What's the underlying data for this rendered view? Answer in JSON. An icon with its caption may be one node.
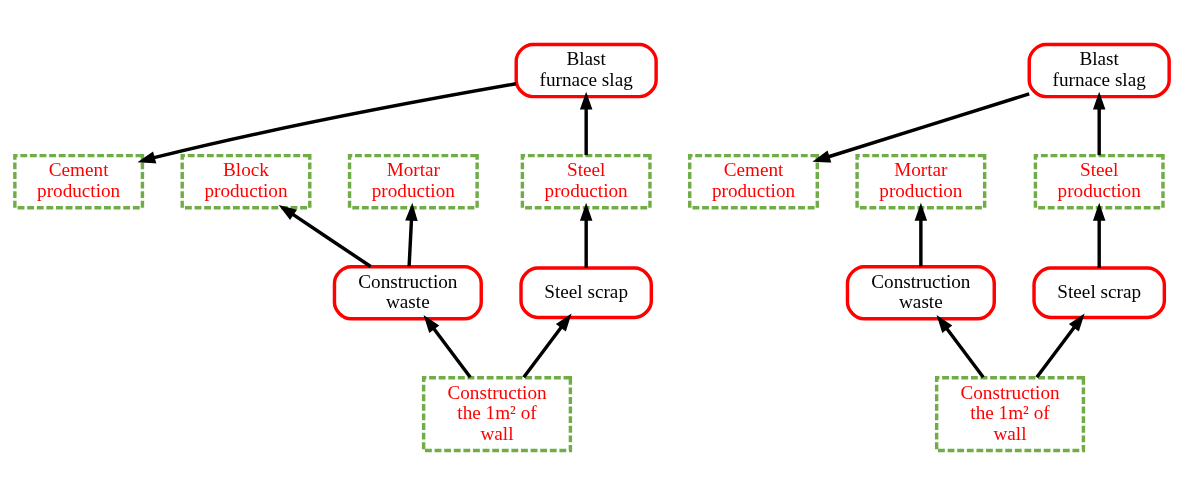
{
  "diagram": {
    "nodes": [
      {
        "text": [
          "Blast furnace slag"
        ]
      },
      {
        "text": [
          "Block production"
        ]
      },
      {
        "text": [
          "Mortar production"
        ]
      },
      {
        "text": [
          "Cement production"
        ]
      },
      {
        "text": [
          "Steel production"
        ]
      },
      {
        "text": [
          "Construction waste"
        ]
      },
      {
        "text": [
          "Steel scrap"
        ]
      },
      {
        "text": [
          "Construction the 1m² of wall"
        ]
      },
      {
        "text": [
          "Blast furnace slag"
        ]
      },
      {
        "text": [
          "Mortar production"
        ]
      },
      {
        "text": [
          "Cement production"
        ]
      },
      {
        "text": [
          "Steel production"
        ]
      },
      {
        "text": [
          "Construction waste"
        ]
      },
      {
        "text": [
          "Steel scrap"
        ]
      },
      {
        "text": [
          "Construction the 1m² of wall"
        ]
      }
    ],
    "edges": [
      {
        "from": 7,
        "to": 5,
        "arrow": "to"
      },
      {
        "from": 7,
        "to": 6,
        "arrow": "to"
      },
      {
        "from": 5,
        "to": 1,
        "arrow": "to"
      },
      {
        "from": 5,
        "to": 2,
        "arrow": "to"
      },
      {
        "from": 6,
        "to": 4,
        "arrow": "to"
      },
      {
        "from": 4,
        "to": 0,
        "arrow": "to"
      },
      {
        "from": 0,
        "to": 3,
        "arrow": "to"
      },
      {
        "from": 14,
        "to": 12,
        "arrow": "to"
      },
      {
        "from": 14,
        "to": 13,
        "arrow": "to"
      },
      {
        "from": 12,
        "to": 9,
        "arrow": "to"
      },
      {
        "from": 13,
        "to": 11,
        "arrow": "to"
      },
      {
        "from": 11,
        "to": 8,
        "arrow": "to"
      },
      {
        "from": 8,
        "to": 10,
        "arrow": "to"
      }
    ]
  }
}
